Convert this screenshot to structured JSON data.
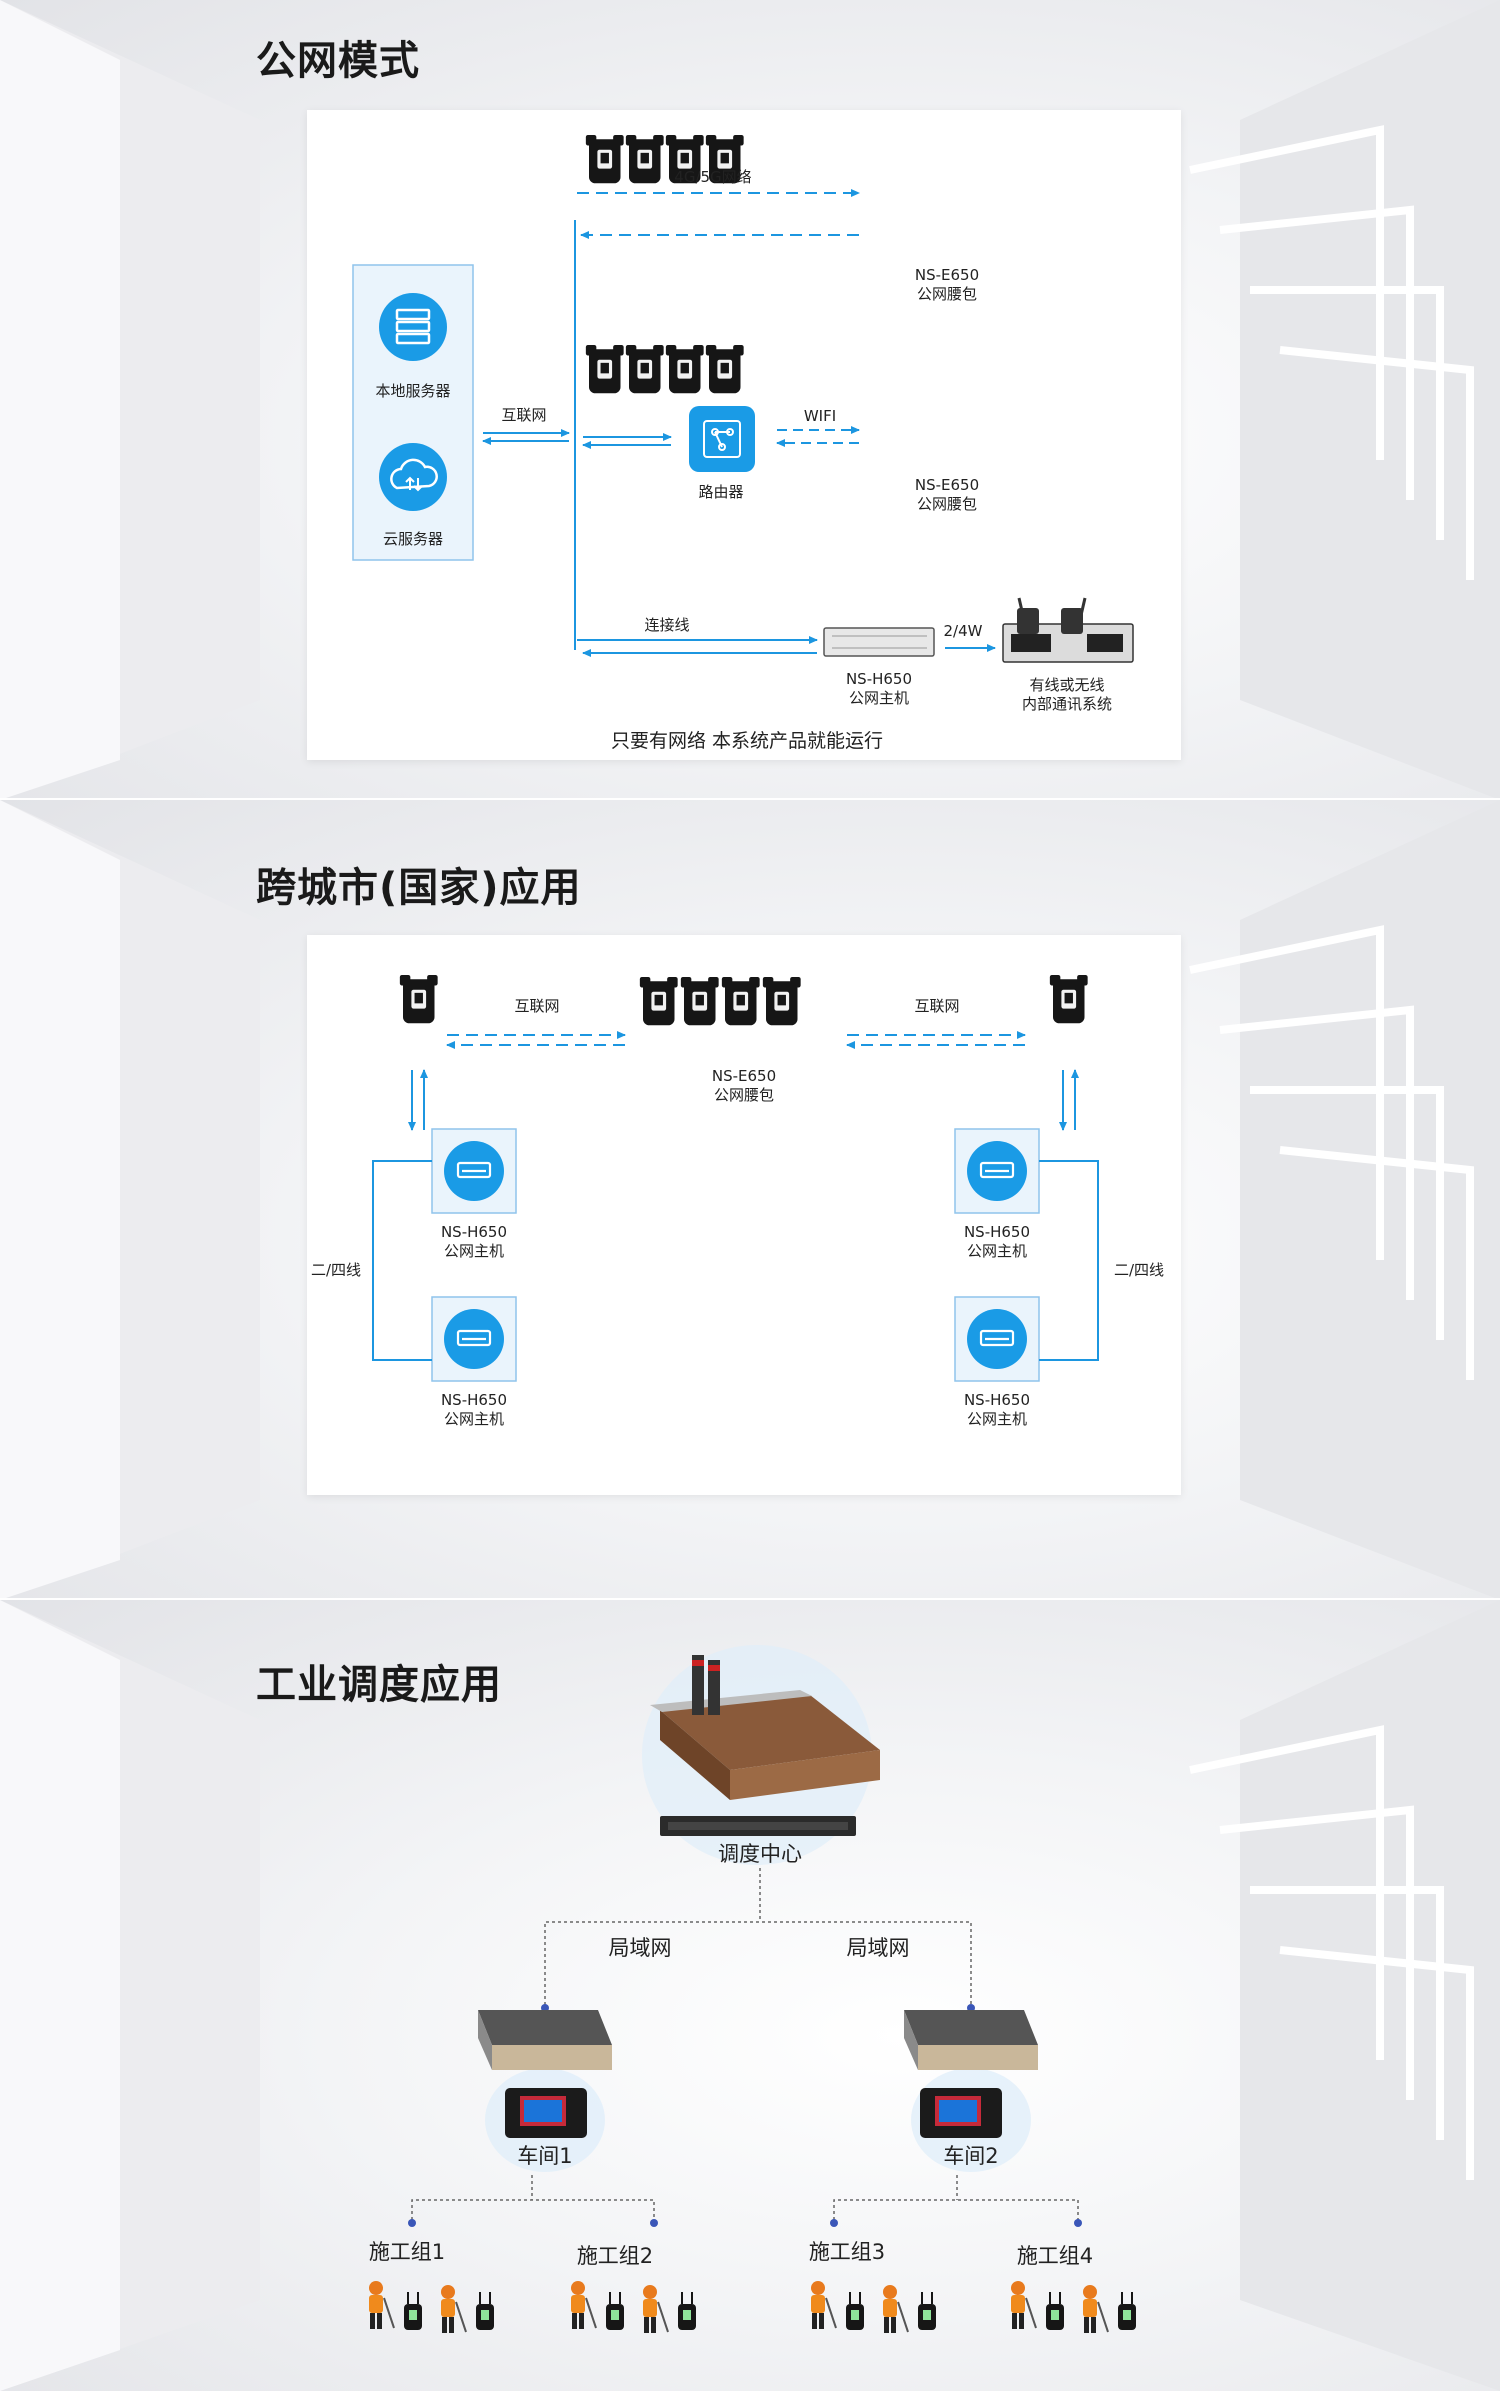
{
  "sections": {
    "public_network": {
      "title": "公网模式",
      "left_box": {
        "local_server": "本地服务器",
        "cloud_server": "云服务器"
      },
      "links": {
        "internet": "互联网",
        "mobile_network": "4G/5G网络",
        "wifi": "WIFI",
        "cable": "连接线",
        "wire": "2/4W"
      },
      "router": "路由器",
      "device_e650": {
        "model": "NS-E650",
        "name": "公网腰包"
      },
      "device_h650": {
        "model": "NS-H650",
        "name": "公网主机"
      },
      "intercom": {
        "line1": "有线或无线",
        "line2": "内部通讯系统"
      },
      "footer": "只要有网络 本系统产品就能运行"
    },
    "cross_city": {
      "title": "跨城市(国家)应用",
      "internet_left": "互联网",
      "internet_right": "互联网",
      "center_device": {
        "model": "NS-E650",
        "name": "公网腰包"
      },
      "host_model": "NS-H650",
      "host_name": "公网主机",
      "two_four_wire": "二/四线"
    },
    "industrial": {
      "title": "工业调度应用",
      "dispatch_center": "调度中心",
      "lan_left": "局域网",
      "lan_right": "局域网",
      "workshop1": "车间1",
      "workshop2": "车间2",
      "groups": [
        "施工组1",
        "施工组2",
        "施工组3",
        "施工组4"
      ]
    }
  },
  "colors": {
    "accent": "#1a9be6",
    "title_bar": "#3a6fd8",
    "arrow": "#1c96e0"
  }
}
